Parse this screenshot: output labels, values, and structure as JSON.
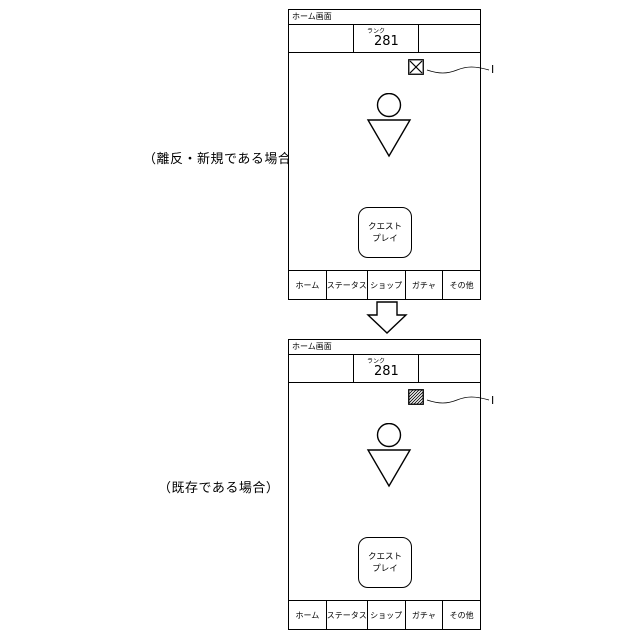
{
  "cases": {
    "top_label": "（離反・新規である場合）",
    "bottom_label": "（既存である場合）"
  },
  "screen": {
    "title": "ホーム画面",
    "rank_label": "ランク",
    "rank_value": "281",
    "quest_button_lines": [
      "クエスト",
      "プレイ"
    ],
    "tabs": [
      "ホーム",
      "ステータス",
      "ショップ",
      "ガチャ",
      "その他"
    ]
  },
  "item_icon": {
    "top_state": "new-item-crossed-box",
    "bottom_state": "existing-item-hatched-box"
  },
  "reference_label": "I"
}
